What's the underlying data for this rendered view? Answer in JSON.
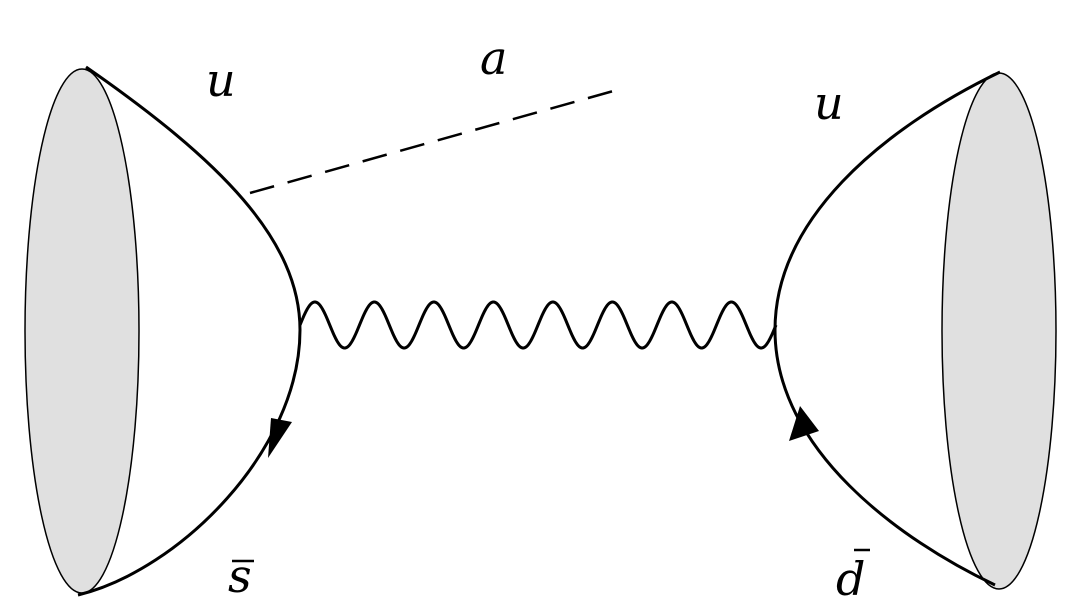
{
  "labels": {
    "u_left": "u",
    "a": "a",
    "u_right": "u",
    "s_bar": "s",
    "d_bar": "d"
  },
  "colors": {
    "blob_fill": "#e0e0e0",
    "line": "#000000",
    "background": "#ffffff"
  }
}
